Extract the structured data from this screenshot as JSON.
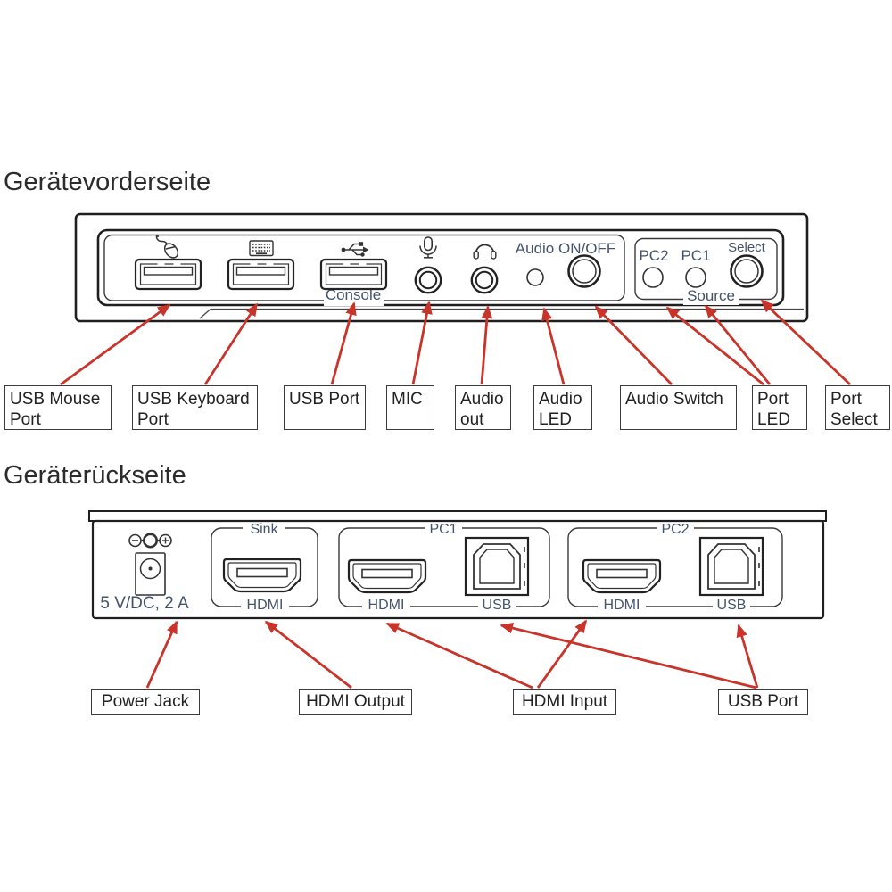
{
  "front": {
    "title": "Gerätevorderseite",
    "panel": {
      "console": "Console",
      "audio_on_off": "Audio ON/OFF",
      "pc2": "PC2",
      "pc1": "PC1",
      "select": "Select",
      "source": "Source"
    },
    "labels": [
      "USB Mouse Port",
      "USB Keyboard Port",
      "USB Port",
      "MIC",
      "Audio out",
      "Audio LED",
      "Audio Switch",
      "Port LED",
      "Port Select"
    ]
  },
  "back": {
    "title": "Geräterückseite",
    "panel": {
      "power_rating": "5 V/DC, 2 A",
      "sink": "Sink",
      "pc1": "PC1",
      "pc2": "PC2",
      "hdmi": "HDMI",
      "usb": "USB"
    },
    "labels": [
      "Power Jack",
      "HDMI Output",
      "HDMI Input",
      "USB Port"
    ]
  },
  "colors": {
    "arrow": "#c9342a",
    "panel_text": "#44546a",
    "outline": "#1f1f1f"
  }
}
